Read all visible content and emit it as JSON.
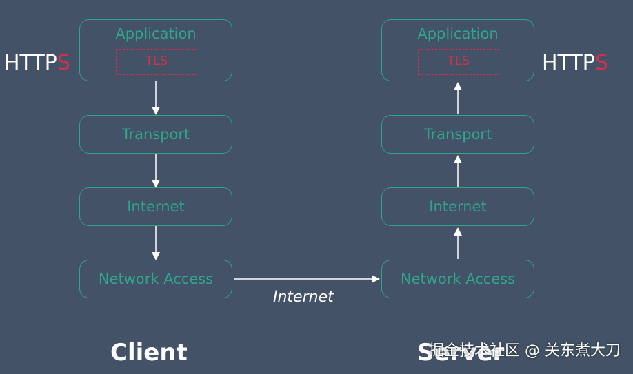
{
  "client": {
    "layers": [
      "Application",
      "Transport",
      "Internet",
      "Network Access"
    ],
    "tls": "TLS",
    "https_prefix": "HTTP",
    "https_suffix": "S",
    "label": "Client"
  },
  "server": {
    "layers": [
      "Application",
      "Transport",
      "Internet",
      "Network Access"
    ],
    "tls": "TLS",
    "https_prefix": "HTTP",
    "https_suffix": "S",
    "label": "Server"
  },
  "connection": {
    "label": "Internet"
  },
  "watermark": "掘金技术社区 @ 关东煮大刀",
  "colors": {
    "background": "#435266",
    "layer_border": "#2fa58c",
    "tls_accent": "#d0304d",
    "arrow": "#ffffff"
  }
}
